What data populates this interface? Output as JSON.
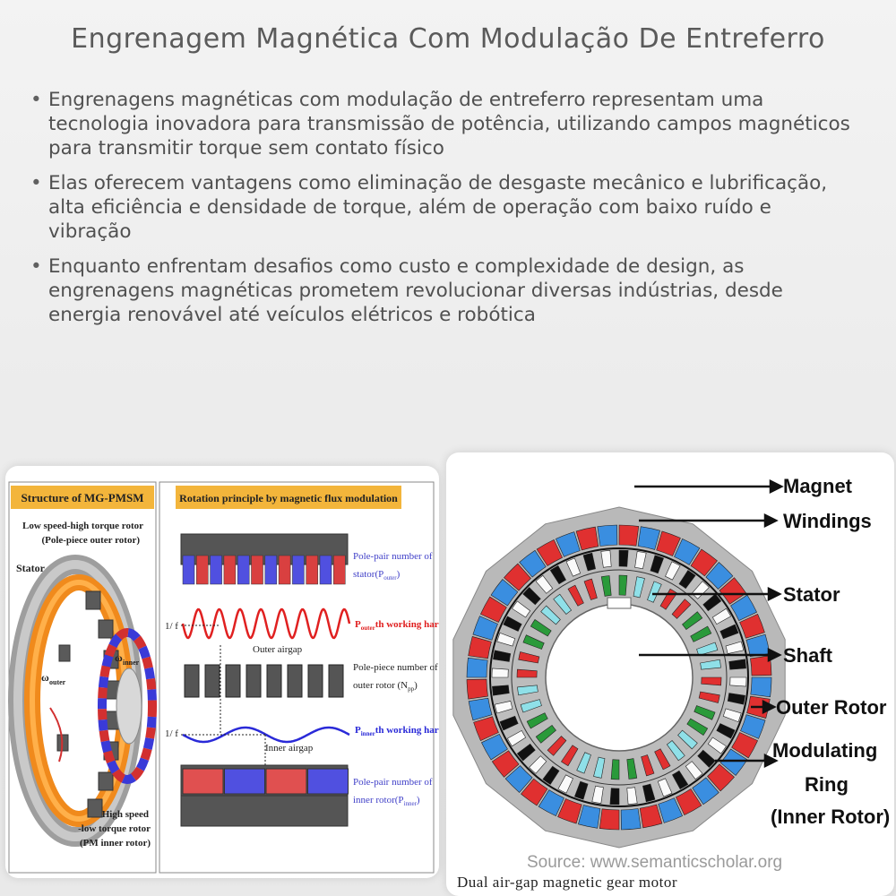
{
  "title": "Engrenagem Magnética Com Modulação De Entreferro",
  "bullets": [
    "Engrenagens magnéticas com modulação de entreferro representam uma tecnologia inovadora para transmissão de potência, utilizando campos magnéticos para transmitir torque sem contato físico",
    "Elas oferecem vantagens como eliminação de desgaste mecânico e lubrificação, alta eficiência e densidade de torque, além de operação com baixo ruído e vibração",
    "Enquanto enfrentam desafios como custo e complexidade de design, as engrenagens magnéticas prometem revolucionar diversas indústrias, desde energia renovável até veículos elétricos e robótica"
  ],
  "left_figure": {
    "structure_title": "Structure of MG-PMSM",
    "low_speed_label": "Low speed-high torque rotor",
    "pole_piece_outer_label": "(Pole-piece outer rotor)",
    "stator_label": "Stator",
    "omega_outer": "ω",
    "omega_outer_sub": "outer",
    "omega_inner": "ω",
    "omega_inner_sub": "inner",
    "high_speed_label": "High speed",
    "low_torque_label": "-low torque rotor",
    "pm_inner_label": "(PM inner rotor)",
    "rotation_title": "Rotation principle by magnetic flux modulation",
    "pole_pair_stator": "Pole-pair number of",
    "pole_pair_stator_2": "stator(P",
    "pole_pair_stator_sub": "outer",
    "outer_harmonic_p": "P",
    "outer_harmonic_sub": "outer",
    "outer_harmonic_rest": "th working harmonic",
    "outer_airgap": "Outer airgap",
    "pole_piece_number": "Pole-piece number of",
    "pole_piece_number_2": "outer rotor (N",
    "pole_piece_number_sub": "pp",
    "inner_harmonic_p": "P",
    "inner_harmonic_sub": "inner",
    "inner_harmonic_rest": "th working harmonic",
    "inner_airgap": "Inner airgap",
    "pole_pair_inner": "Pole-pair number of",
    "pole_pair_inner_2": "inner rotor(P",
    "pole_pair_inner_sub": "inner",
    "one_over_f": "1/ f"
  },
  "right_figure": {
    "labels": [
      "Magnet",
      "Windings",
      "Stator",
      "Shaft",
      "Outer Rotor",
      "Modulating",
      "Ring",
      "(Inner Rotor)"
    ]
  },
  "source": "Source: www.semanticscholar.org",
  "caption": "Dual air-gap magnetic gear motor"
}
